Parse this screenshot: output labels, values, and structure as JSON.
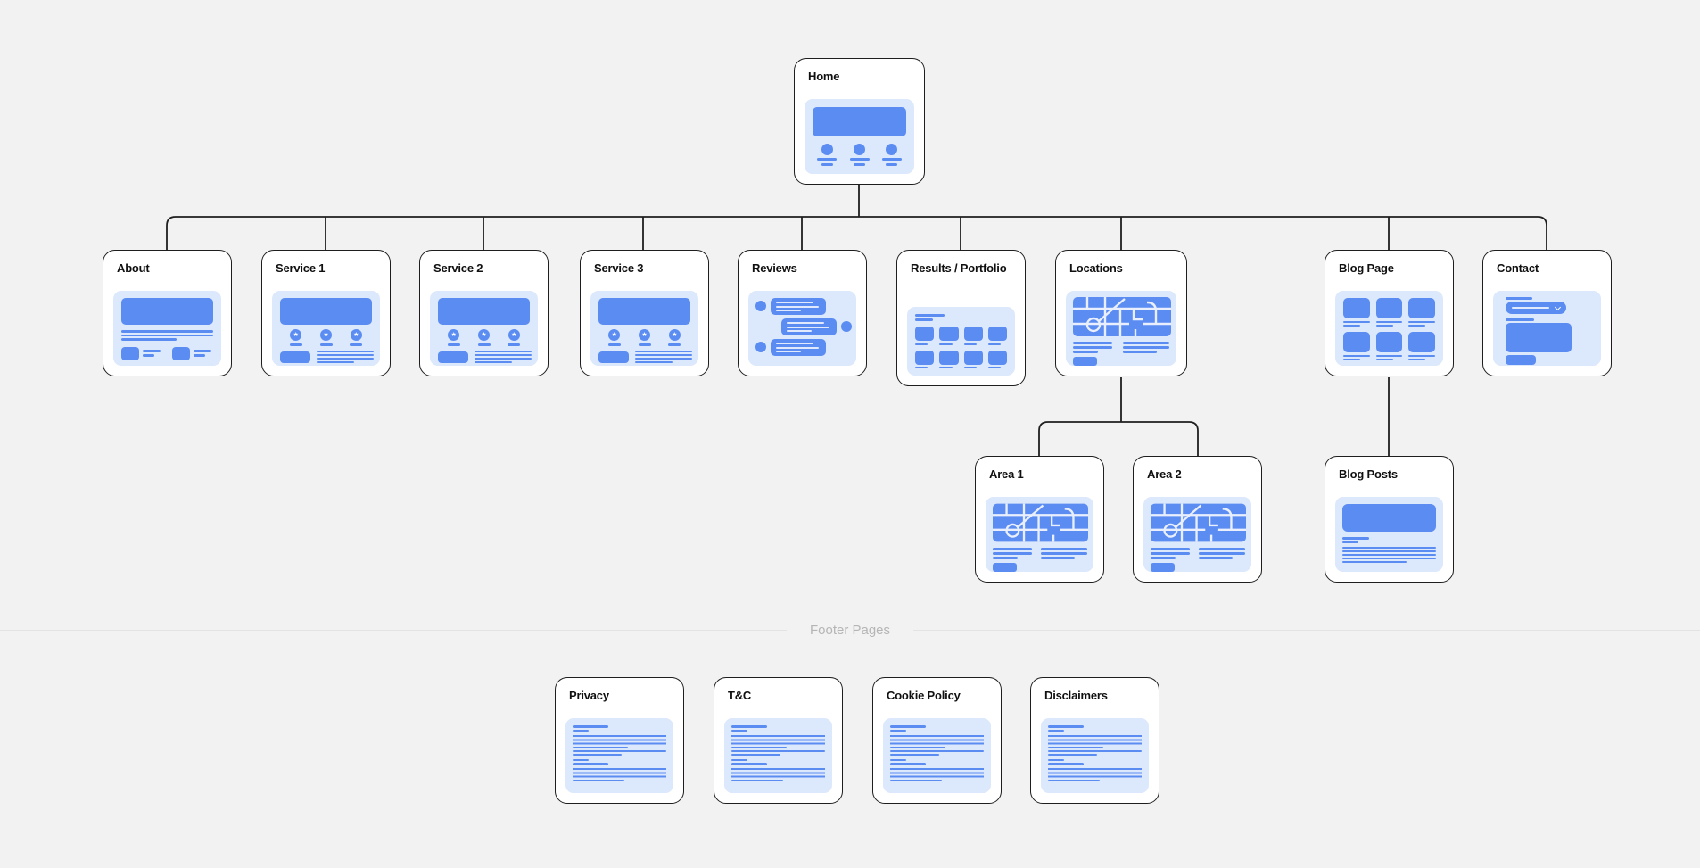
{
  "colors": {
    "background": "#f2f2f2",
    "primary_blue": "#5b8cf2",
    "panel_blue": "#dce8fc",
    "card_background": "#ffffff",
    "card_border": "#1e1e1e",
    "connector": "#1f1f1f",
    "divider_line": "#e3e3e3",
    "divider_text": "#b5b5b5"
  },
  "nodes": {
    "home": {
      "label": "Home",
      "thumbnail": "hero-with-feature-icons"
    },
    "about": {
      "label": "About",
      "thumbnail": "hero-text-and-cards"
    },
    "service1": {
      "label": "Service 1",
      "thumbnail": "hero-stars-button-text"
    },
    "service2": {
      "label": "Service 2",
      "thumbnail": "hero-stars-button-text"
    },
    "service3": {
      "label": "Service 3",
      "thumbnail": "hero-stars-button-text"
    },
    "reviews": {
      "label": "Reviews",
      "thumbnail": "chat-bubbles"
    },
    "results": {
      "label": "Results / Portfolio",
      "thumbnail": "gallery-grid"
    },
    "locations": {
      "label": "Locations",
      "thumbnail": "map-with-text"
    },
    "blog_page": {
      "label": "Blog Page",
      "thumbnail": "post-grid"
    },
    "contact": {
      "label": "Contact",
      "thumbnail": "contact-form"
    },
    "area1": {
      "label": "Area 1",
      "thumbnail": "map-with-text"
    },
    "area2": {
      "label": "Area 2",
      "thumbnail": "map-with-text"
    },
    "blog_posts": {
      "label": "Blog Posts",
      "thumbnail": "article"
    },
    "privacy": {
      "label": "Privacy",
      "thumbnail": "text-document"
    },
    "tc": {
      "label": "T&C",
      "thumbnail": "text-document"
    },
    "cookie_policy": {
      "label": "Cookie Policy",
      "thumbnail": "text-document"
    },
    "disclaimers": {
      "label": "Disclaimers",
      "thumbnail": "text-document"
    }
  },
  "divider": {
    "label": "Footer Pages"
  },
  "structure": {
    "root": "Home",
    "children_of_home": [
      "About",
      "Service 1",
      "Service 2",
      "Service 3",
      "Reviews",
      "Results / Portfolio",
      "Locations",
      "Blog Page",
      "Contact"
    ],
    "children_of_locations": [
      "Area 1",
      "Area 2"
    ],
    "children_of_blog_page": [
      "Blog Posts"
    ],
    "footer_pages": [
      "Privacy",
      "T&C",
      "Cookie Policy",
      "Disclaimers"
    ]
  },
  "icons": {
    "star_glyph": "★"
  }
}
